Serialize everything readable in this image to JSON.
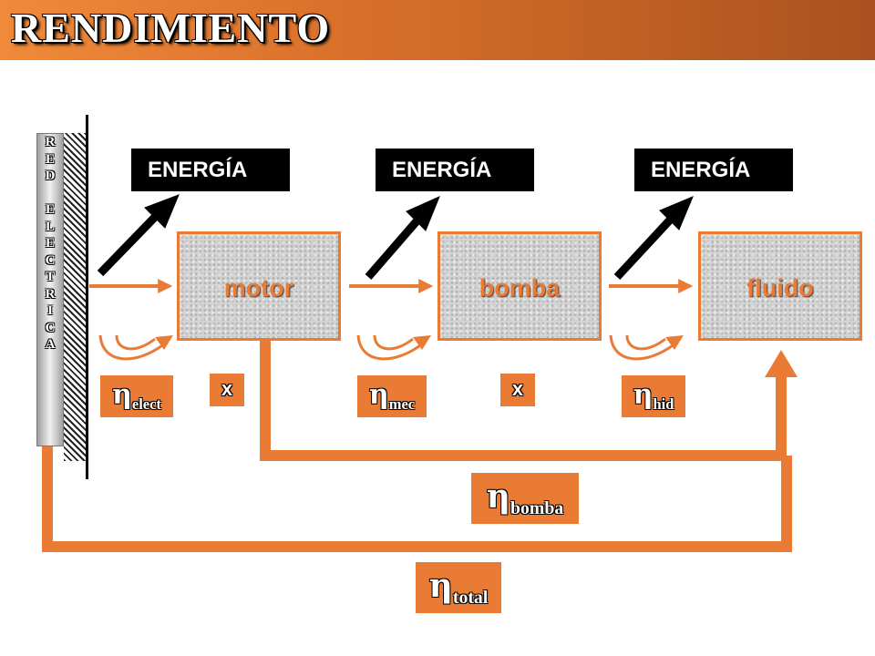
{
  "title": "RENDIMIENTO",
  "red_electrica": [
    "R",
    "E",
    "D",
    "",
    "E",
    "L",
    "E",
    "C",
    "T",
    "R",
    "I",
    "C",
    "A"
  ],
  "energy_label": "ENERGÍA",
  "blocks": [
    "motor",
    "bomba",
    "fluido"
  ],
  "eta_symbol": "η",
  "efficiencies": {
    "elect": "elect",
    "mec": "mec",
    "hid": "hid",
    "bomba": "bomba",
    "total": "total"
  },
  "multiply": "x",
  "colors": {
    "accent": "#e97b34",
    "title_bar": "#c0622a",
    "energy_box": "#000000",
    "block_fill": "#d4d4d4"
  }
}
